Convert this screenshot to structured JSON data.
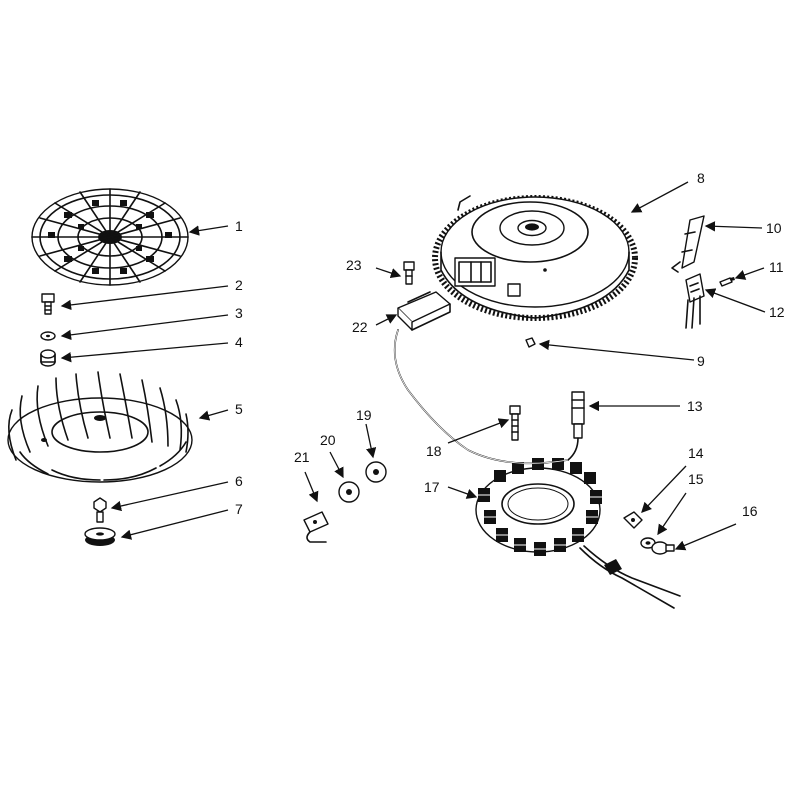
{
  "diagram": {
    "callouts": [
      "1",
      "2",
      "3",
      "4",
      "5",
      "6",
      "7",
      "8",
      "9",
      "10",
      "11",
      "12",
      "13",
      "14",
      "15",
      "16",
      "17",
      "18",
      "19",
      "20",
      "21",
      "22",
      "23"
    ],
    "colors": {
      "ink": "#111111",
      "paper": "#ffffff"
    }
  }
}
